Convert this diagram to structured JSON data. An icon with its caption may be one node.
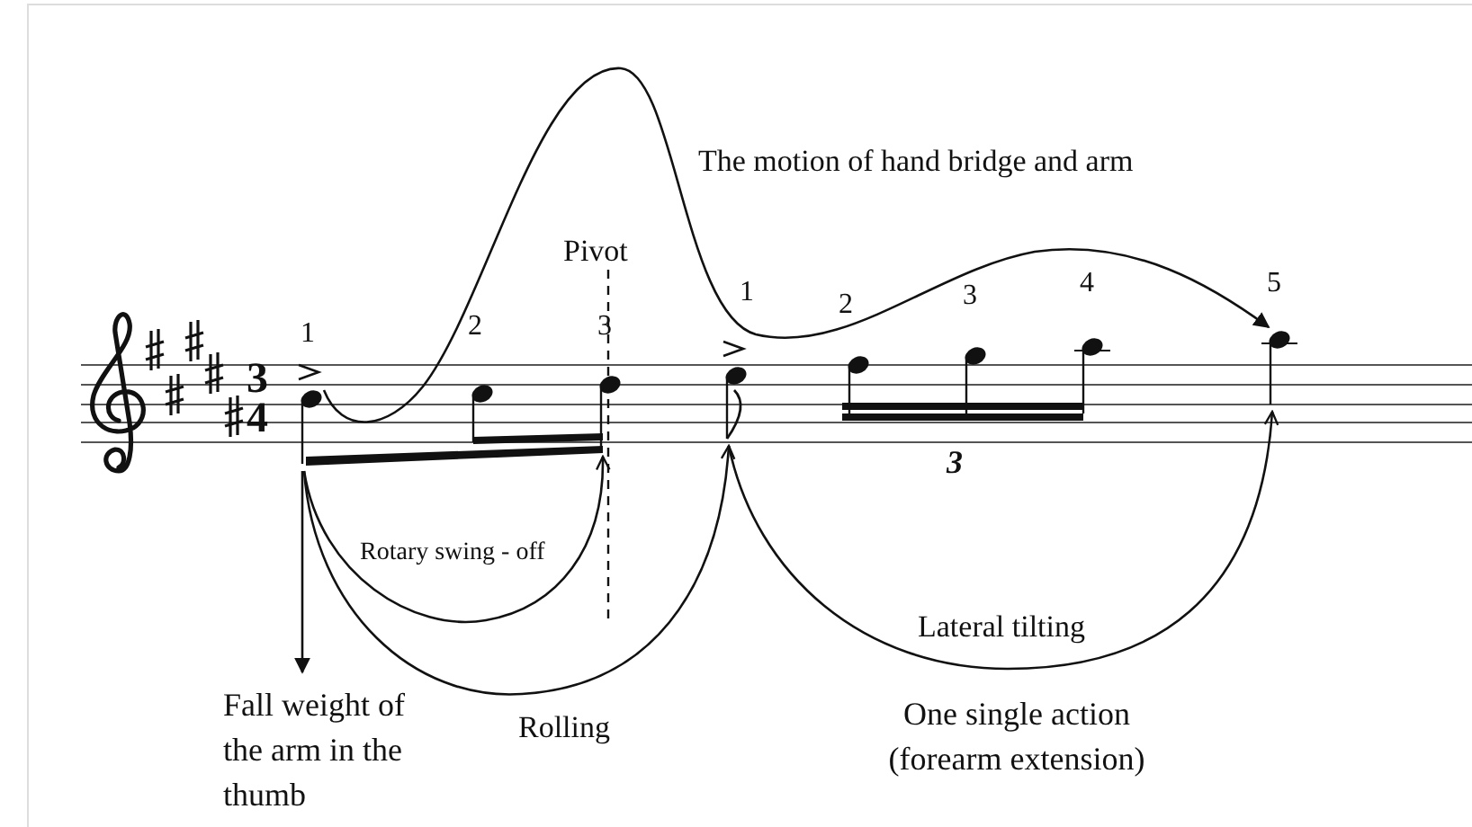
{
  "diagram": {
    "nodes": [
      {
        "text": [],
        "shape": "note",
        "beside": [
          "1"
        ]
      },
      {
        "text": [],
        "shape": "note",
        "beside": [
          "2"
        ]
      },
      {
        "text": [],
        "shape": "note",
        "beside": [
          "3"
        ]
      },
      {
        "text": [],
        "shape": "note",
        "beside": [
          "1"
        ]
      },
      {
        "text": [],
        "shape": "note",
        "beside": [
          "2"
        ]
      },
      {
        "text": [],
        "shape": "note",
        "beside": [
          "3"
        ]
      },
      {
        "text": [],
        "shape": "note",
        "beside": [
          "4"
        ]
      },
      {
        "text": [],
        "shape": "note",
        "beside": [
          "5"
        ]
      },
      {
        "text": [
          "Fall weight of the arm in the thumb"
        ]
      }
    ],
    "edges": [
      {
        "from": 0,
        "to": 7,
        "arrow": "to",
        "label": "The motion of hand bridge and arm"
      },
      {
        "from": 0,
        "to": 2,
        "arrow": "to",
        "label": "Rotary swing - off"
      },
      {
        "from": 0,
        "to": 3,
        "arrow": "to",
        "label": "Rolling"
      },
      {
        "from": 3,
        "to": 7,
        "arrow": "to",
        "label": "Lateral tilting"
      },
      {
        "from": 0,
        "to": 8,
        "arrow": "to"
      }
    ],
    "labels": [
      "3",
      "4",
      "Pivot",
      "3",
      "One single action (forearm extension)"
    ]
  }
}
